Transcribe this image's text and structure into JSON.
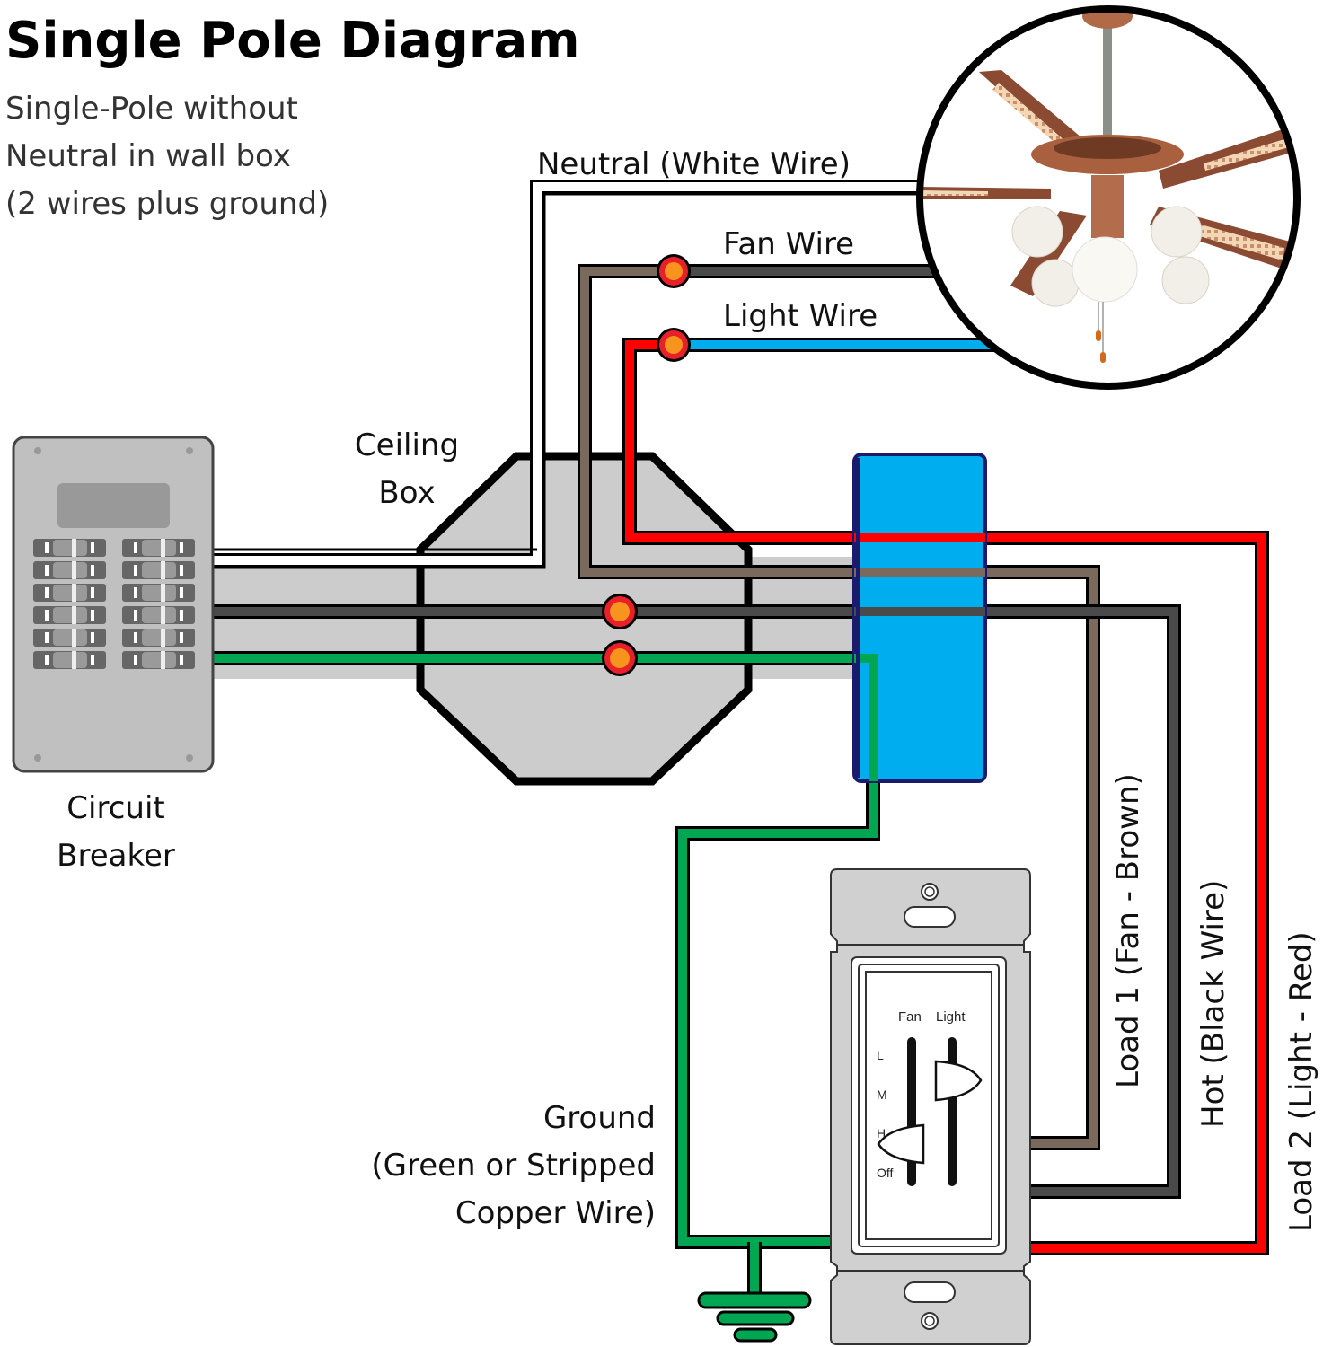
{
  "header": {
    "title": "Single Pole Diagram",
    "subtitle_lines": [
      "Single-Pole without",
      "Neutral in wall box",
      "(2 wires plus ground)"
    ]
  },
  "labels": {
    "neutral": "Neutral (White Wire)",
    "fan_wire": "Fan Wire",
    "light_wire": "Light Wire",
    "ceiling_box": [
      "Ceiling",
      "Box"
    ],
    "circuit_breaker": [
      "Circuit",
      "Breaker"
    ],
    "ground": [
      "Ground",
      "(Green or Stripped",
      "Copper Wire)"
    ],
    "load1": "Load 1 (Fan - Brown)",
    "hot": "Hot (Black Wire)",
    "load2": "Load 2 (Light - Red)"
  },
  "switch": {
    "fan_label": "Fan",
    "light_label": "Light",
    "speed_marks": [
      "L",
      "M",
      "H",
      "Off"
    ]
  },
  "colors": {
    "neutral": "#ffffff",
    "fan": "#7a6a5e",
    "hot": "#4a4a4a",
    "light_red": "#ff0000",
    "light_blue": "#00aeef",
    "ground": "#00a651",
    "connector_outer": "#e8202a",
    "connector_inner": "#f7941d",
    "box_fill": "#cccccc",
    "wall_box": "#00aeef",
    "wall_box_border": "#1a1a6e"
  },
  "fan_image": "ceiling-fan-with-lights"
}
